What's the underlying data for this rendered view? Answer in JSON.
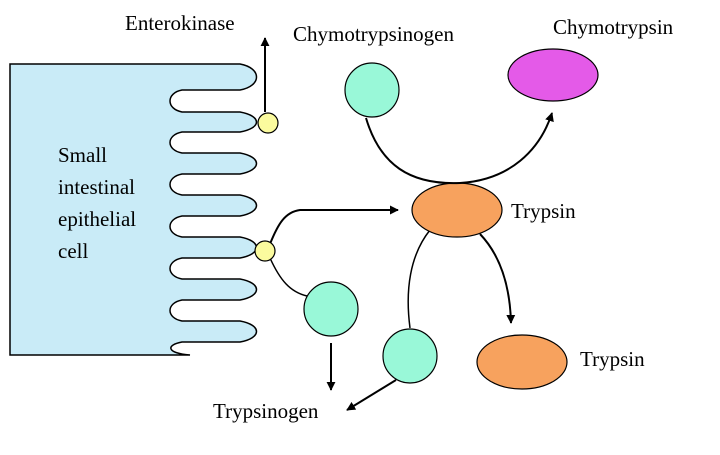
{
  "labels": {
    "enterokinase": "Enterokinase",
    "chymotrypsinogen": "Chymotrypsinogen",
    "chymotrypsin": "Chymotrypsin",
    "trypsin_center": "Trypsin",
    "trypsin_product": "Trypsin",
    "trypsinogen": "Trypsinogen",
    "cell_line1": "Small",
    "cell_line2": "intestinal",
    "cell_line3": "epithelial",
    "cell_line4": "cell"
  },
  "colors": {
    "cell_fill": "#c9ebf7",
    "zymogen_fill": "#99f8d8",
    "trypsin_fill": "#f7a25e",
    "chymotrypsin_fill": "#e45ae8",
    "enterokinase_fill": "#fbfb9e",
    "stroke": "#000000"
  }
}
